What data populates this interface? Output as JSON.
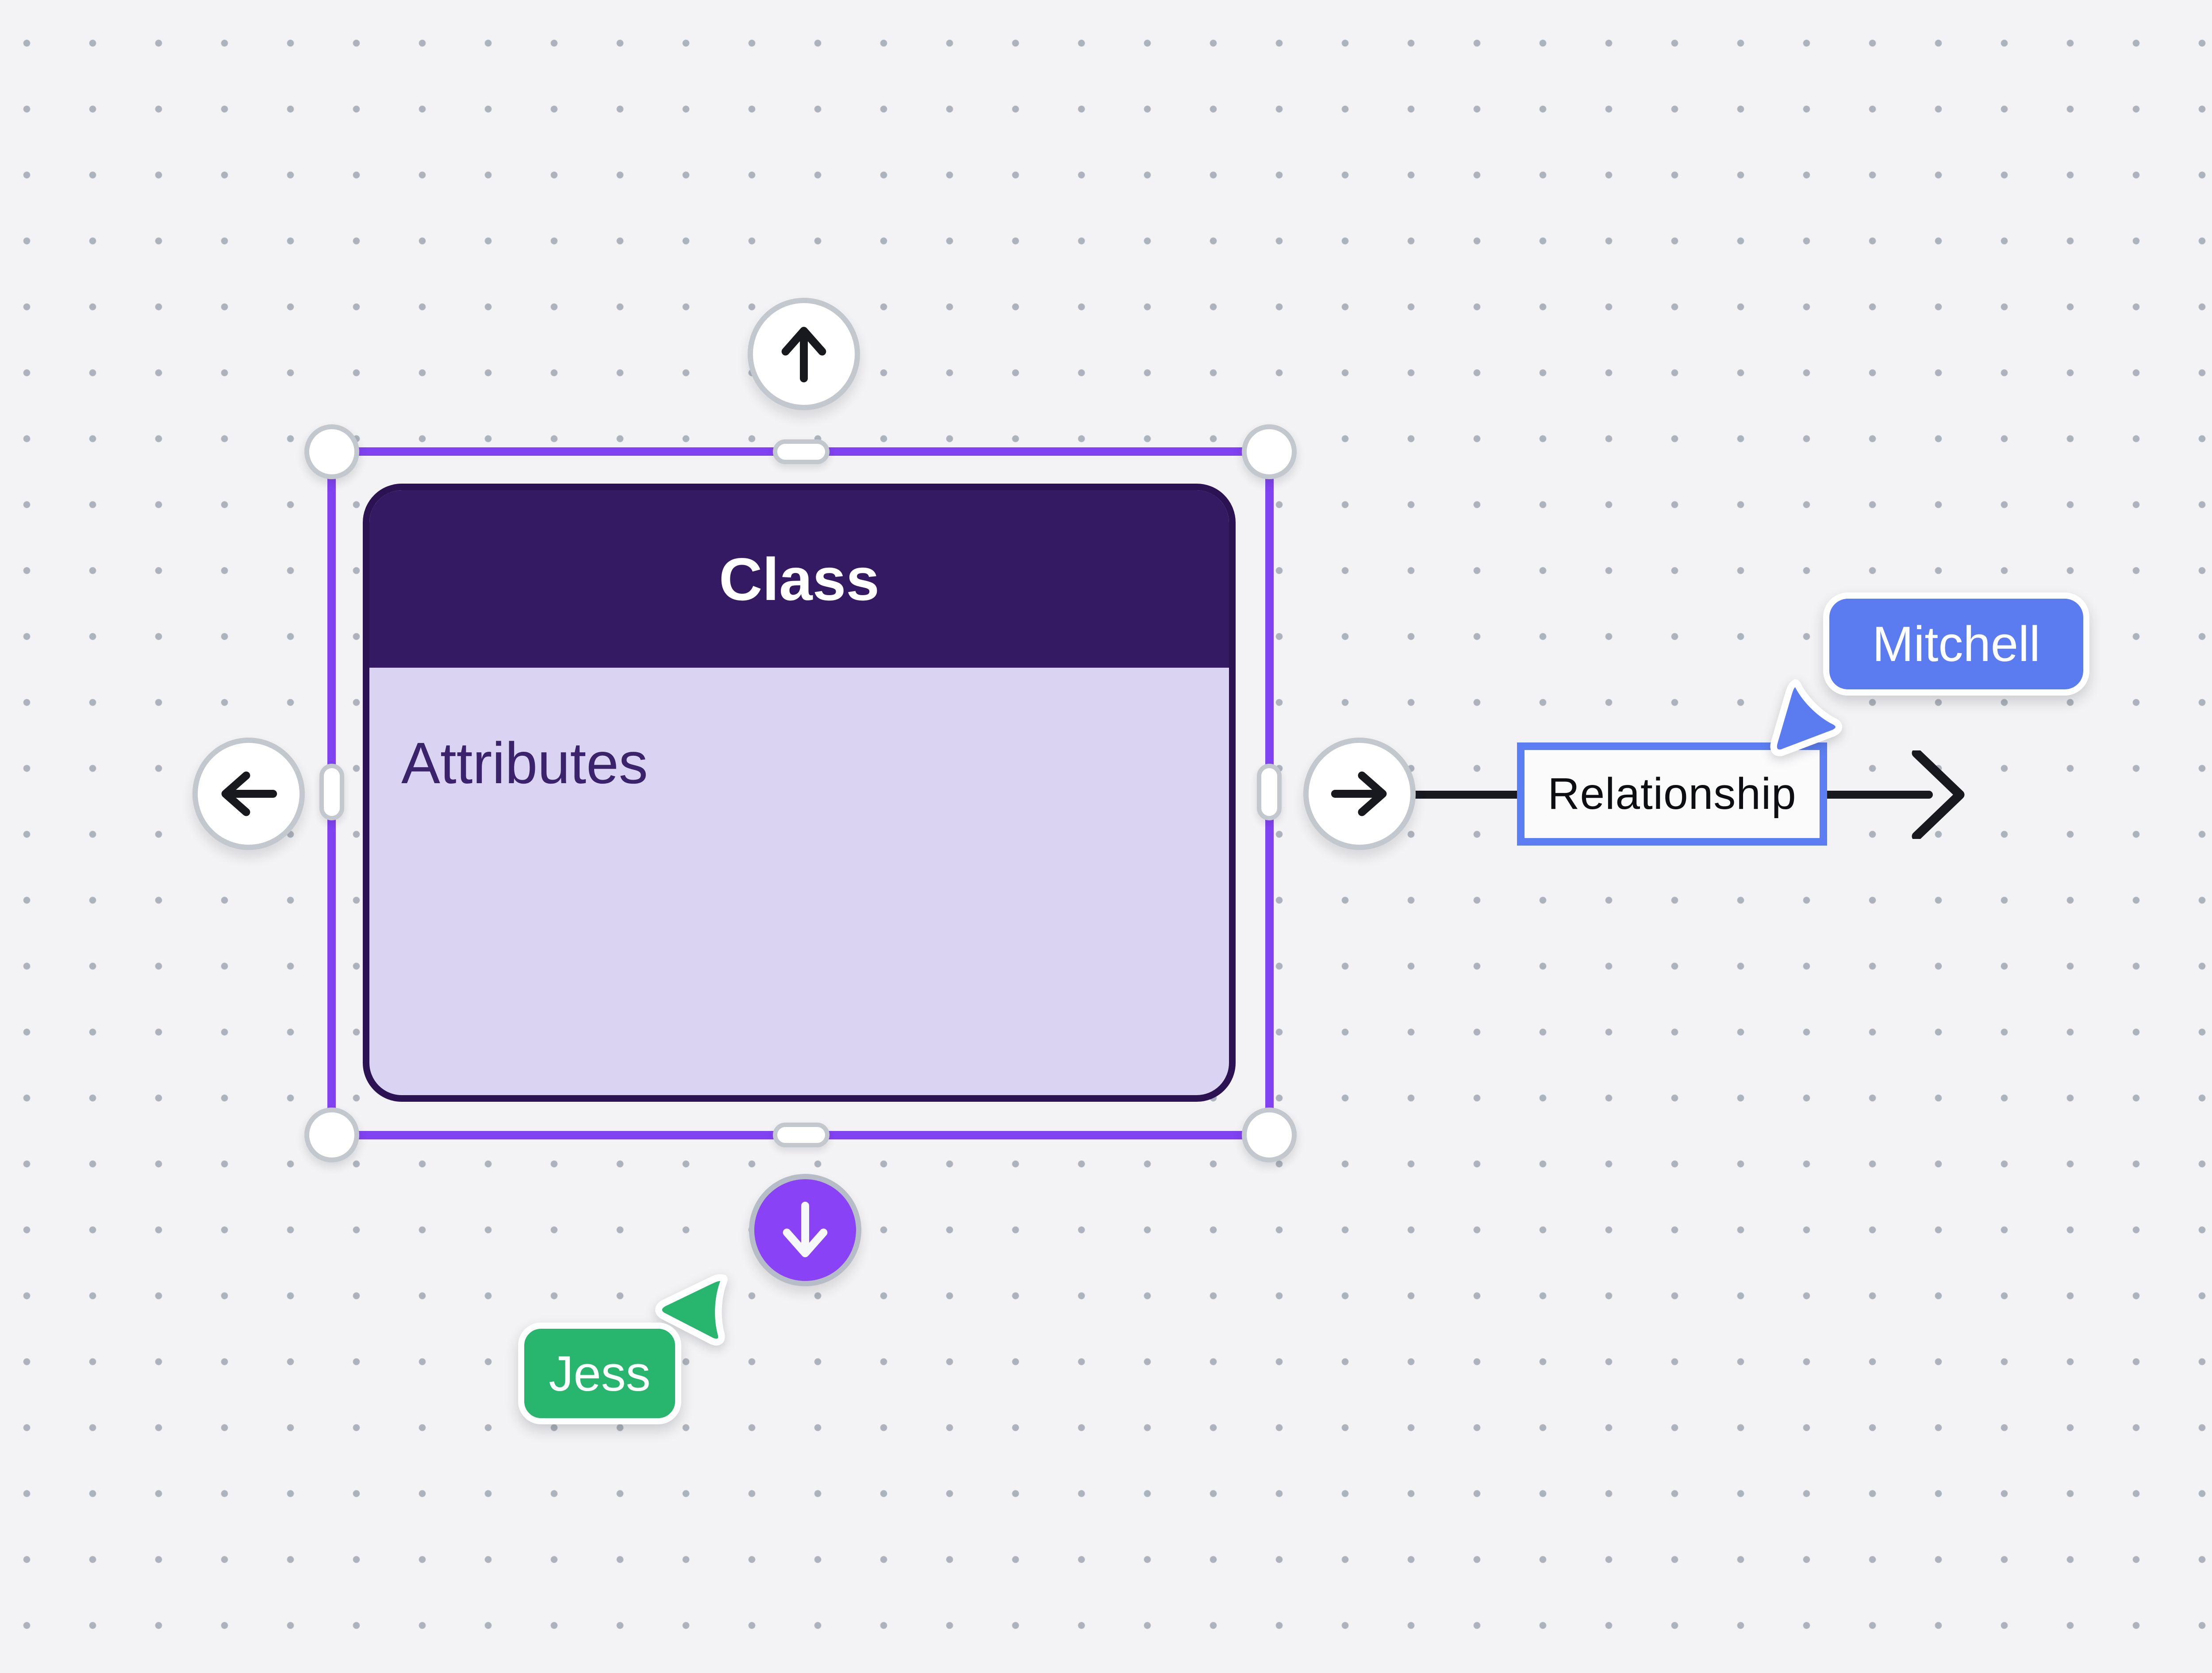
{
  "app_context": "whiteboard-diagram-canvas",
  "colors": {
    "bg": "#f3f3f5",
    "dot": "#adb3bc",
    "ink": "#17191f",
    "selection": "#8142f1",
    "ring": "#c3c8cf",
    "shapeBorder": "#2b1253",
    "shapeHeader": "#341a62",
    "shapeBody": "#dad4f2",
    "shapeTitleColor": "#ffffff",
    "shapeTextColor": "#3a236b",
    "downFill": "#8a42f6",
    "collabBlue": "#5b7cf1",
    "collabGreen": "#28b56e",
    "boxBorder": "#5d7ef2",
    "boxFill": "#fbfbfc"
  },
  "selected_shape": {
    "title": "Class",
    "body_label": "Attributes"
  },
  "connector": {
    "label": "Relationship"
  },
  "nav_buttons": [
    {
      "direction": "up",
      "icon": "arrow-up-icon"
    },
    {
      "direction": "left",
      "icon": "arrow-left-icon"
    },
    {
      "direction": "right",
      "icon": "arrow-right-icon"
    },
    {
      "direction": "down",
      "icon": "arrow-down-icon"
    }
  ],
  "collaborators": [
    {
      "name": "Mitchell",
      "color": "#5b7cf1",
      "icon": "cursor-pointer-icon"
    },
    {
      "name": "Jess",
      "color": "#28b56e",
      "icon": "cursor-pointer-icon"
    }
  ]
}
